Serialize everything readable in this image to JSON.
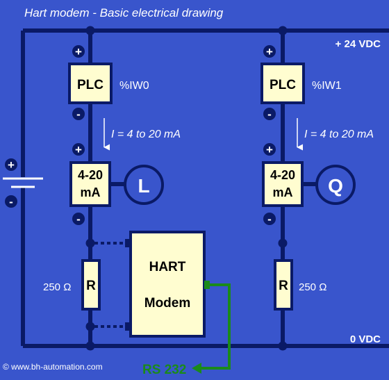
{
  "title": "Hart modem - Basic electrical drawing",
  "supply": {
    "positive": "+ 24 VDC",
    "zero": "0 VDC",
    "battery_plus": "+",
    "battery_minus": "-"
  },
  "left_loop": {
    "plc_label": "PLC",
    "plc_address": "%IW0",
    "plus": "+",
    "minus": "-",
    "current": "I = 4 to 20 mA",
    "transmitter_line1": "4-20",
    "transmitter_line2": "mA",
    "instrument": "L",
    "resistor": "R",
    "resistance": "250 Ω"
  },
  "right_loop": {
    "plc_label": "PLC",
    "plc_address": "%IW1",
    "plus": "+",
    "minus": "-",
    "current": "I = 4 to 20 mA",
    "transmitter_line1": "4-20",
    "transmitter_line2": "mA",
    "instrument": "Q",
    "resistor": "R",
    "resistance": "250 Ω"
  },
  "modem": {
    "line1": "HART",
    "line2": "Modem",
    "output": "RS 232"
  },
  "copyright": "© www.bh-automation.com",
  "colors": {
    "background": "#3955cc",
    "wire": "#0a1a66",
    "box": "#fffdd0",
    "output": "#1a8a1a"
  }
}
